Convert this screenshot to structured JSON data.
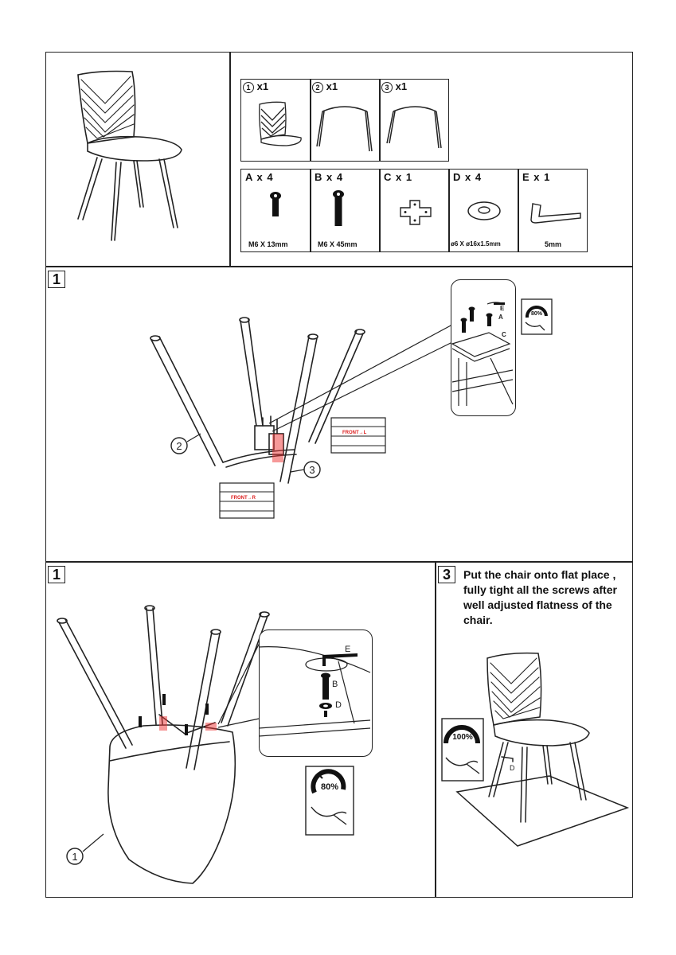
{
  "parts": [
    {
      "num": "1",
      "qty": "x1"
    },
    {
      "num": "2",
      "qty": "x1"
    },
    {
      "num": "3",
      "qty": "x1"
    }
  ],
  "hardware": [
    {
      "label": "A x 4",
      "spec": "M6 X 13mm"
    },
    {
      "label": "B x 4",
      "spec": "M6 X 45mm"
    },
    {
      "label": "C x 1",
      "spec": ""
    },
    {
      "label": "D x 4",
      "spec": "ø6 X ø16x1.5mm"
    },
    {
      "label": "E x 1",
      "spec": "5mm"
    }
  ],
  "step1": {
    "number": "1",
    "sticker_left": "FRONT→R",
    "sticker_right": "FRONT→L",
    "callout_leg_left": "2",
    "callout_leg_right": "3",
    "detail_labels": [
      "E",
      "A",
      "C"
    ],
    "torque": "80%"
  },
  "step2": {
    "number": "1",
    "detail_labels": [
      "E",
      "B",
      "D"
    ],
    "torque": "80%",
    "callout_seat": "1"
  },
  "step3": {
    "number": "3",
    "text": "Put the chair onto flat place , fully tight all the screws after well adjusted flatness of the chair.",
    "torque": "100%",
    "tool_label": "D"
  }
}
